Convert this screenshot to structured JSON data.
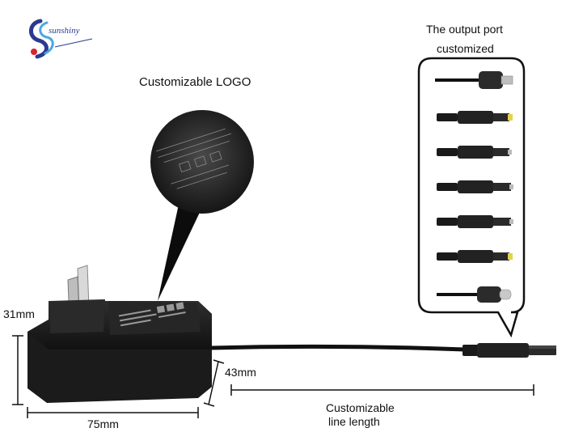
{
  "brand": {
    "name": "sunshiny",
    "colors": {
      "blue": "#2b3a8f",
      "light_blue": "#4aa8e0",
      "red": "#d6262e"
    }
  },
  "callouts": {
    "logo": "Customizable LOGO",
    "output_port_line1": "The output port",
    "output_port_line2": "customized",
    "line_length_line1": "Customizable",
    "line_length_line2": "line length"
  },
  "dimensions": {
    "height": "31mm",
    "width": "75mm",
    "depth": "43mm"
  },
  "port_types": [
    "micro-usb",
    "dc-barrel-yellow",
    "dc-barrel",
    "dc-barrel",
    "dc-barrel",
    "dc-barrel-yellow",
    "usb-c"
  ]
}
